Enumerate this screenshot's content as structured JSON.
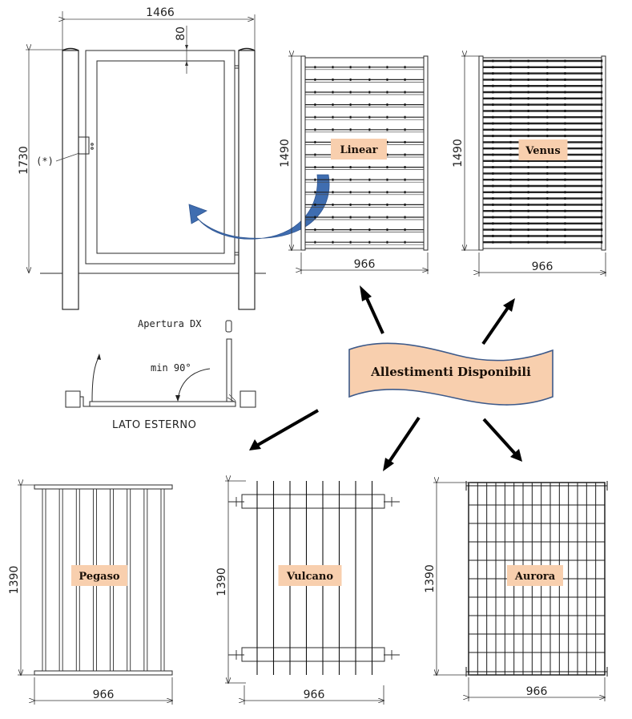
{
  "main_gate": {
    "width_label": "1466",
    "height_label": "1730",
    "frame_label": "80",
    "lock_note": "(*)"
  },
  "plan_view": {
    "opening_label": "Apertura DX",
    "angle_label": "min 90°",
    "side_label": "LATO ESTERNO"
  },
  "banner": {
    "title": "Allestimenti Disponibili",
    "fill_color": "#f8cfae",
    "border_color": "#3d5a8a"
  },
  "accent": {
    "swing_arrow_color": "#3f6db0"
  },
  "variants": [
    {
      "name": "Linear",
      "pattern": "horizontal-slats",
      "height_label": "1490",
      "width_label": "966"
    },
    {
      "name": "Venus",
      "pattern": "dense-horizontal-slats",
      "height_label": "1490",
      "width_label": "966"
    },
    {
      "name": "Pegaso",
      "pattern": "vertical-bars",
      "height_label": "1390",
      "width_label": "966"
    },
    {
      "name": "Vulcano",
      "pattern": "vertical-bars-crossrails",
      "height_label": "1390",
      "width_label": "966"
    },
    {
      "name": "Aurora",
      "pattern": "grid-mesh",
      "height_label": "1390",
      "width_label": "966"
    }
  ]
}
